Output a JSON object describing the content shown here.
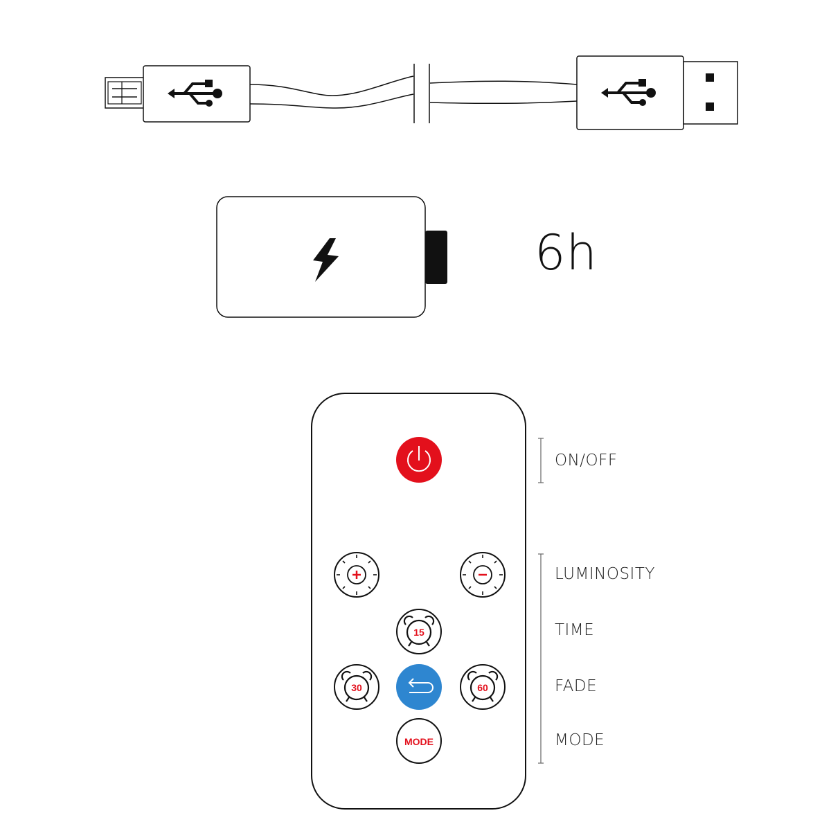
{
  "battery": {
    "duration": "6h"
  },
  "remote": {
    "labels": {
      "on_off": "ON/OFF",
      "luminosity": "LUMINOSITY",
      "time": "TIME",
      "fade": "FADE",
      "mode": "MODE"
    },
    "buttons": {
      "timer_15": "15",
      "timer_30": "30",
      "timer_60": "60",
      "mode": "MODE"
    }
  },
  "colors": {
    "power_button": "#e3101c",
    "fade_button": "#2e86d0",
    "accent_red": "#e3101c",
    "outline": "#111111"
  },
  "icons": [
    "usb-icon",
    "lightning-icon",
    "power-icon",
    "sun-plus-icon",
    "sun-minus-icon",
    "alarm-clock-icon",
    "return-arrow-icon"
  ]
}
